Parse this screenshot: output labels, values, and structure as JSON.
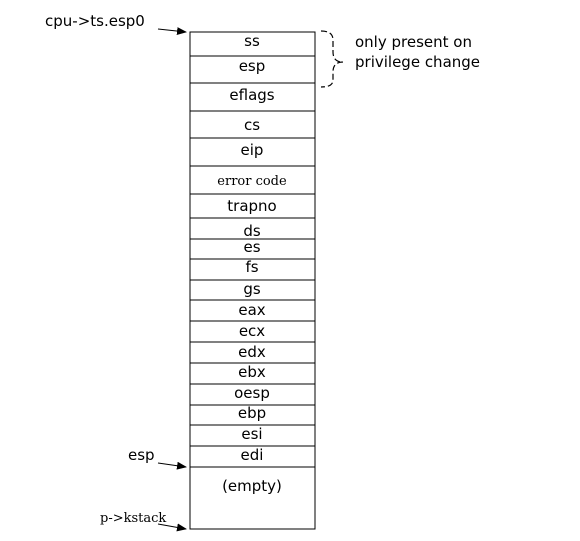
{
  "stack": {
    "slots": [
      {
        "label": "ss"
      },
      {
        "label": "esp"
      },
      {
        "label": "eflags"
      },
      {
        "label": "cs"
      },
      {
        "label": "eip"
      },
      {
        "label": "error code"
      },
      {
        "label": "trapno"
      },
      {
        "label": "ds"
      },
      {
        "label": "es"
      },
      {
        "label": "fs"
      },
      {
        "label": "gs"
      },
      {
        "label": "eax"
      },
      {
        "label": "ecx"
      },
      {
        "label": "edx"
      },
      {
        "label": "ebx"
      },
      {
        "label": "oesp"
      },
      {
        "label": "ebp"
      },
      {
        "label": "esi"
      },
      {
        "label": "edi"
      },
      {
        "label": "(empty)"
      }
    ]
  },
  "pointers": {
    "top": "cpu->ts.esp0",
    "esp": "esp",
    "bottom": "p->kstack"
  },
  "annotation": {
    "line1": "only present on",
    "line2": "privilege change"
  }
}
